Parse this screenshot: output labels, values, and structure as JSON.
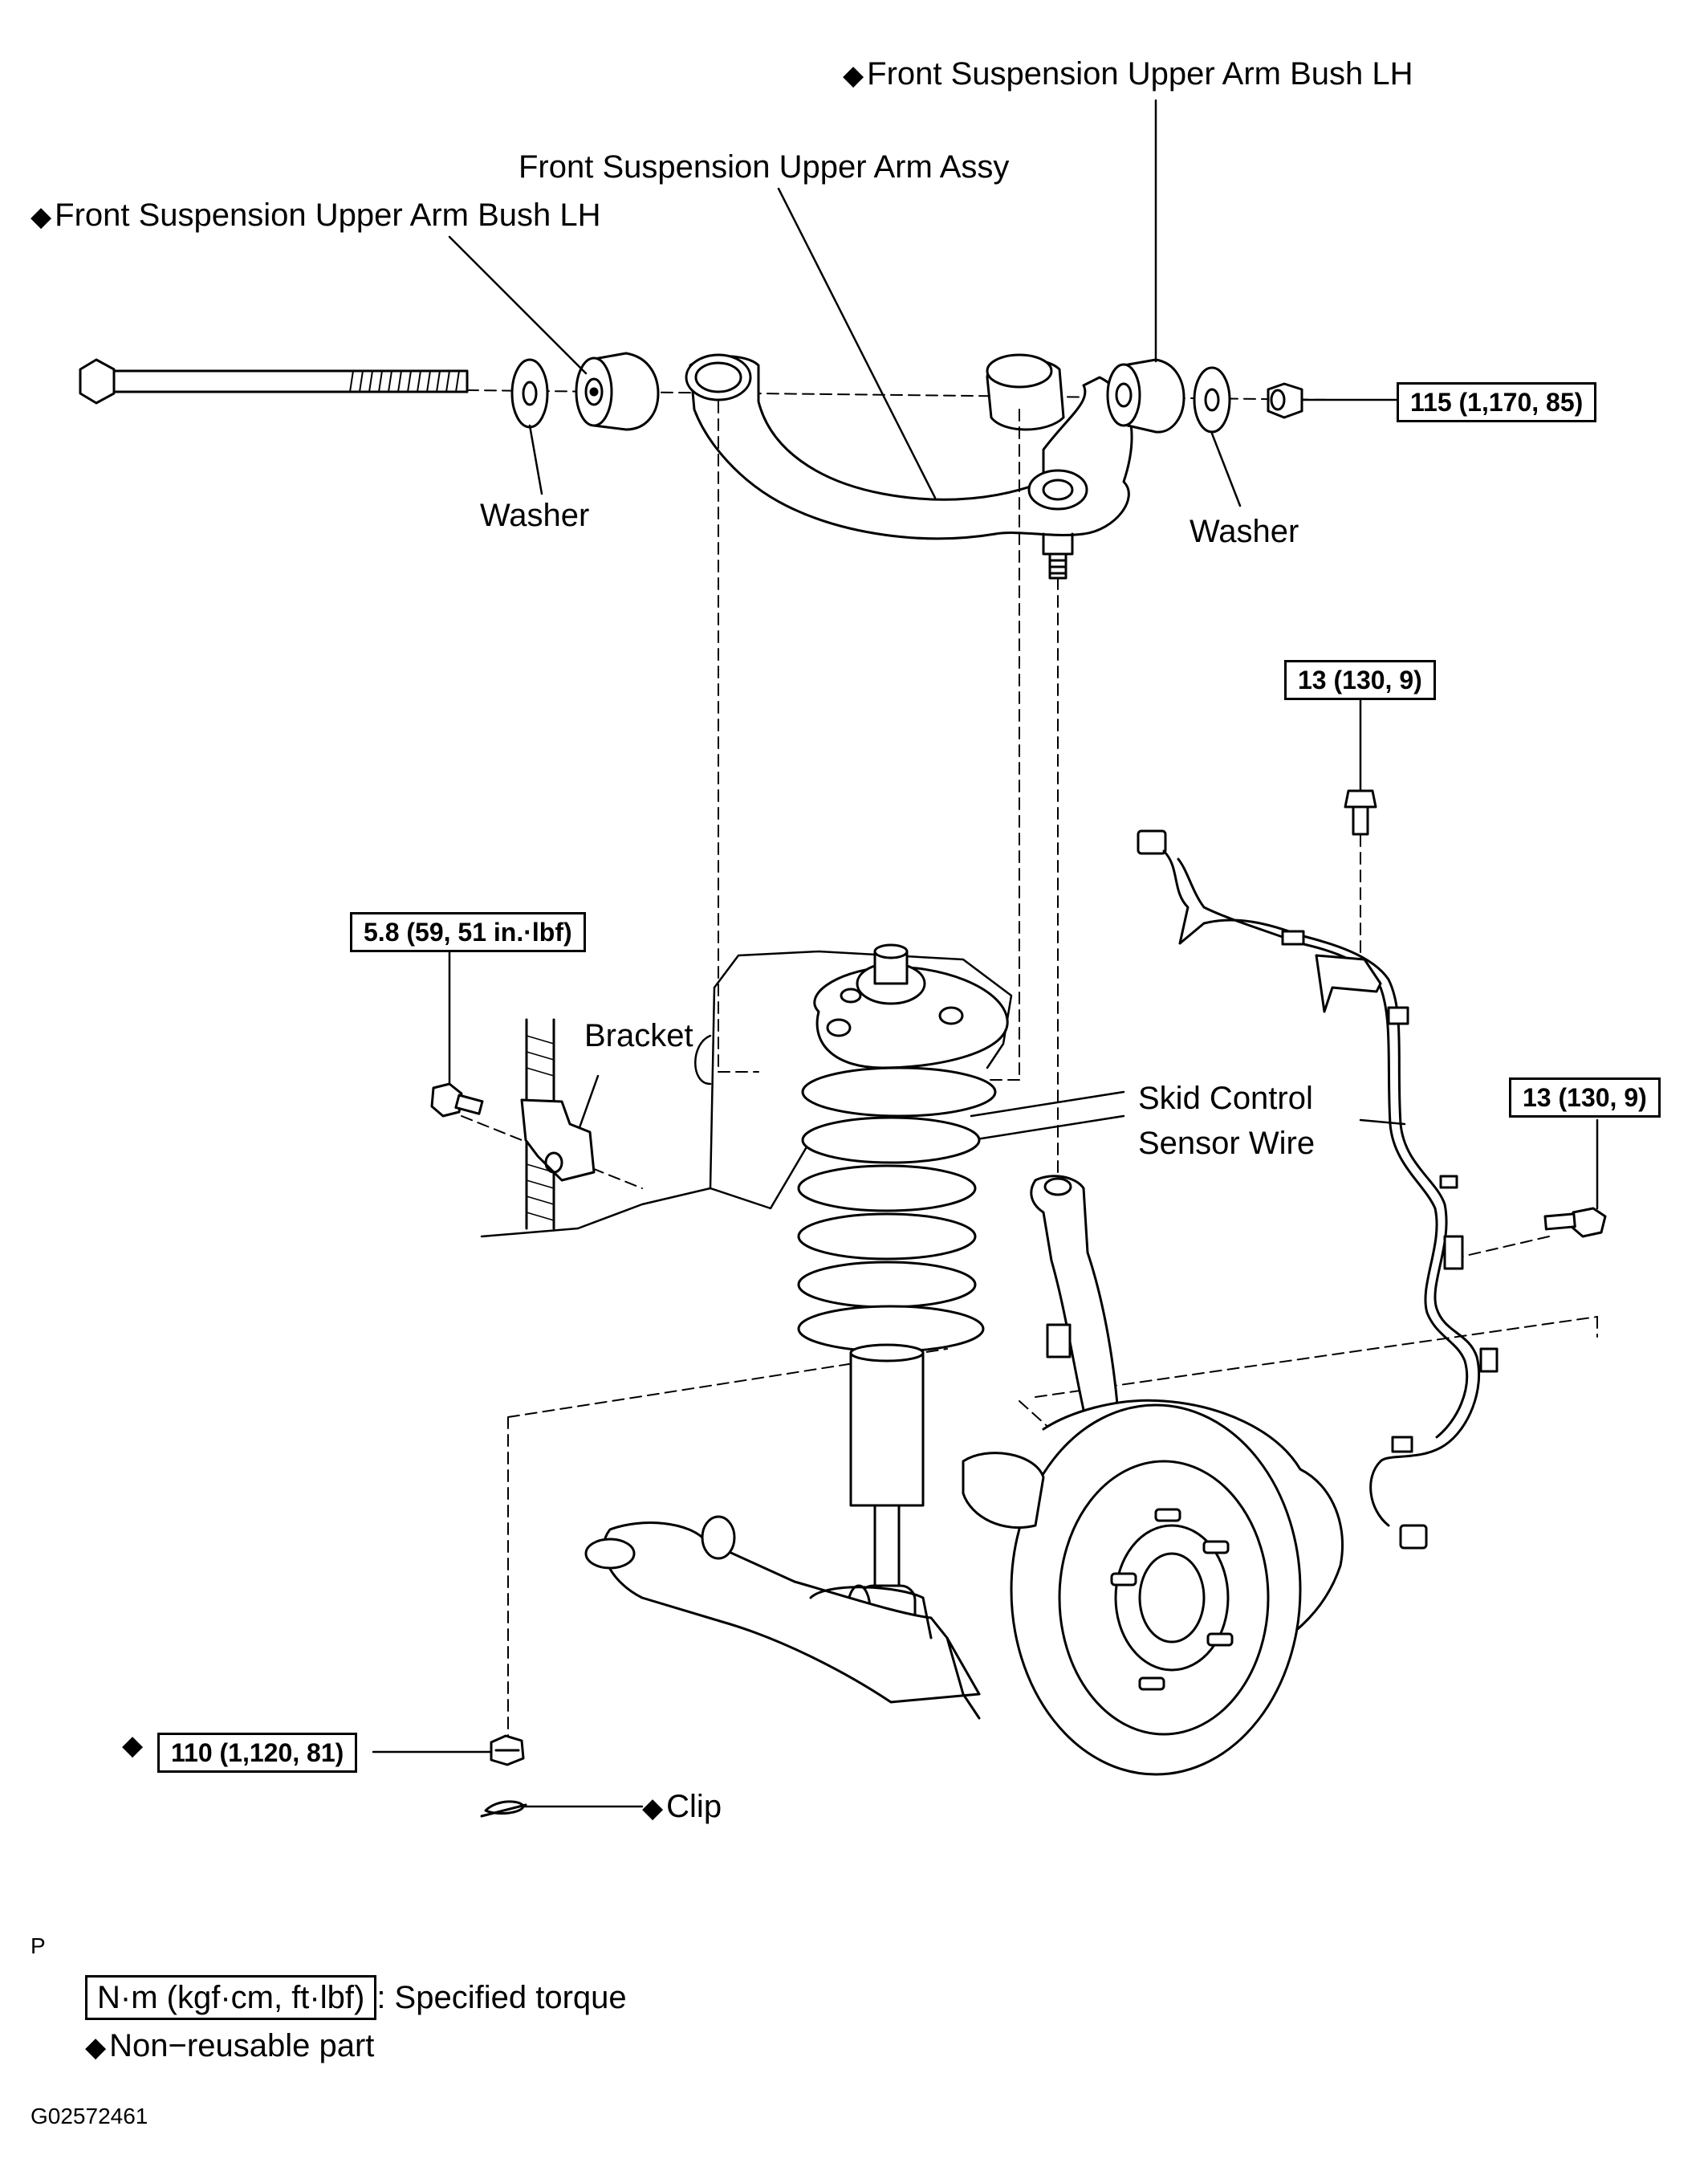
{
  "labels": {
    "bush_lh_top": "Front Suspension Upper Arm Bush LH",
    "upper_arm_assy": "Front Suspension Upper Arm Assy",
    "bush_lh_left": "Front Suspension Upper Arm Bush LH",
    "washer_left": "Washer",
    "washer_right": "Washer",
    "bracket": "Bracket",
    "skid_control_line1": "Skid Control",
    "skid_control_line2": "Sensor Wire",
    "clip": "Clip"
  },
  "torques": {
    "upper_nut": "115 (1,170, 85)",
    "sensor_bolt_top": "13 (130, 9)",
    "bracket_bolt": "5.8 (59, 51 in.·lbf)",
    "sensor_bolt_right": "13 (130, 9)",
    "lower_nut": "110 (1,120, 81)"
  },
  "legend": {
    "p_mark": "P",
    "torque_units": "N·m (kgf·cm, ft·lbf)",
    "torque_desc": ": Specified torque",
    "non_reusable": "Non−reusable part"
  },
  "figure_code": "G02572461"
}
